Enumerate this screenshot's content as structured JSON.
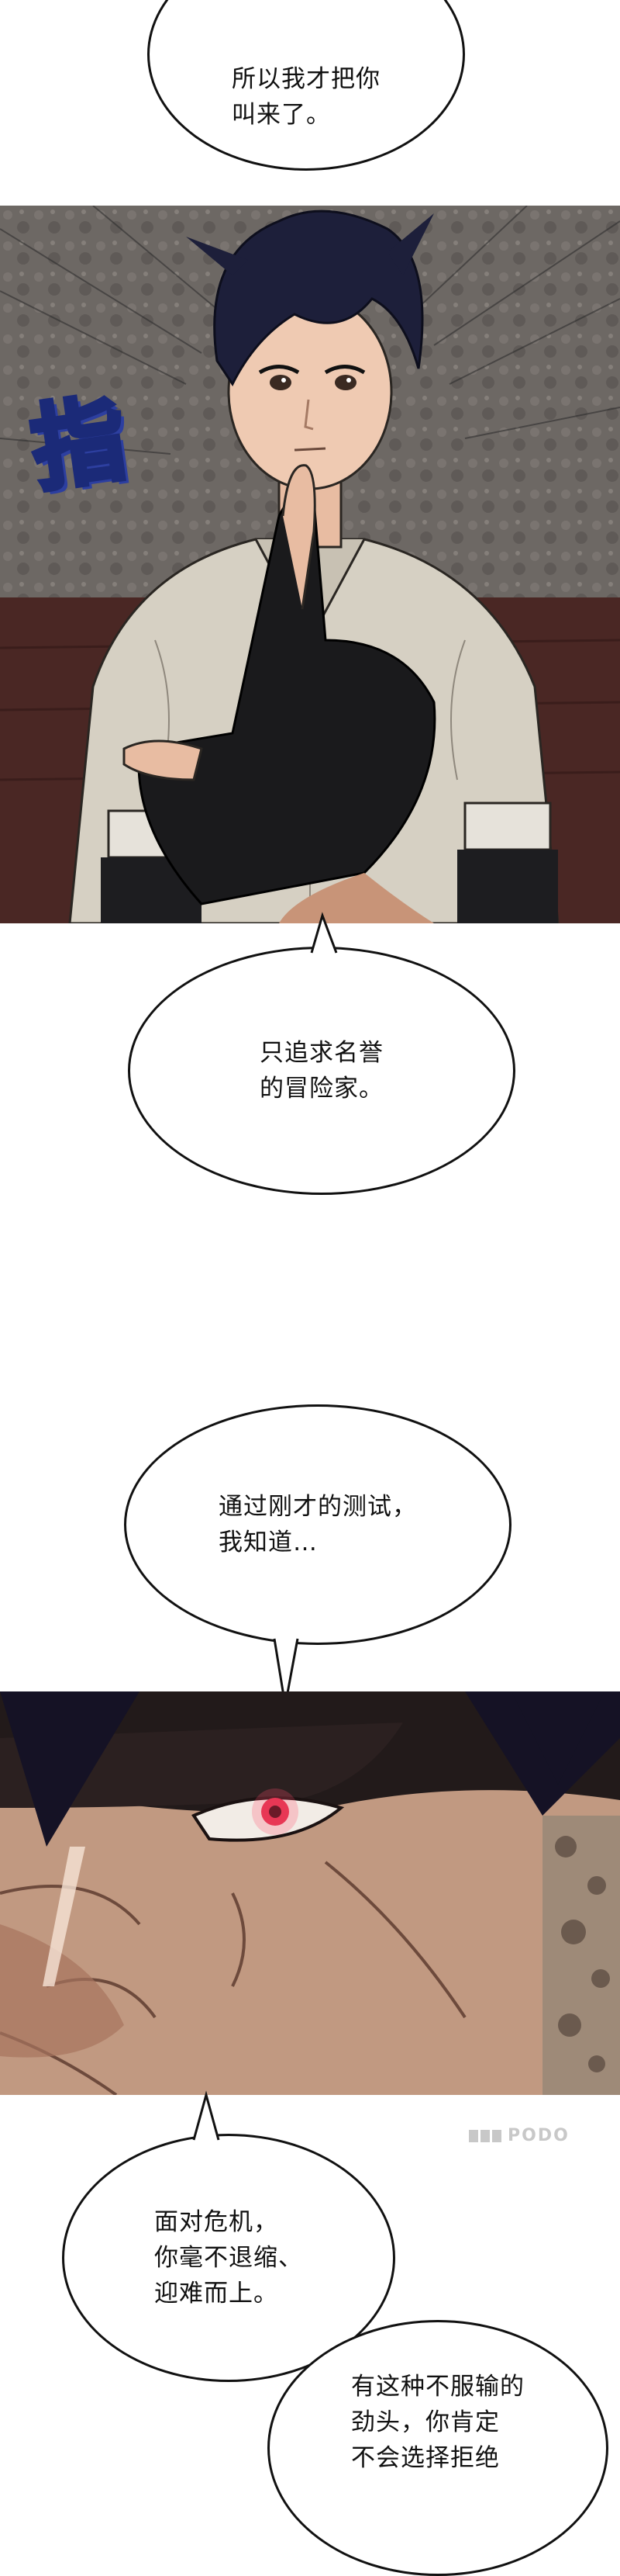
{
  "bubbles": {
    "b1": "所以我才把你\n叫来了。",
    "b2": "只追求名誉\n的冒险家。",
    "b3": "通过刚才的测试，\n我知道…",
    "b4": "面对危机，\n你毫不退缩、\n迎难而上。",
    "b5": "有这种不服输的\n劲头，你肯定\n不会选择拒绝"
  },
  "sfx": {
    "point": "指"
  },
  "watermark": {
    "text": "PODO"
  },
  "colors": {
    "ink": "#111111",
    "wall": "#6f6a66",
    "floor": "#4a2724",
    "shirt": "#d8d2c6",
    "hair": "#1d1f3a",
    "glove": "#1a1a1c",
    "skin": "#e8bca2",
    "eye_glow": "#e0304e"
  }
}
